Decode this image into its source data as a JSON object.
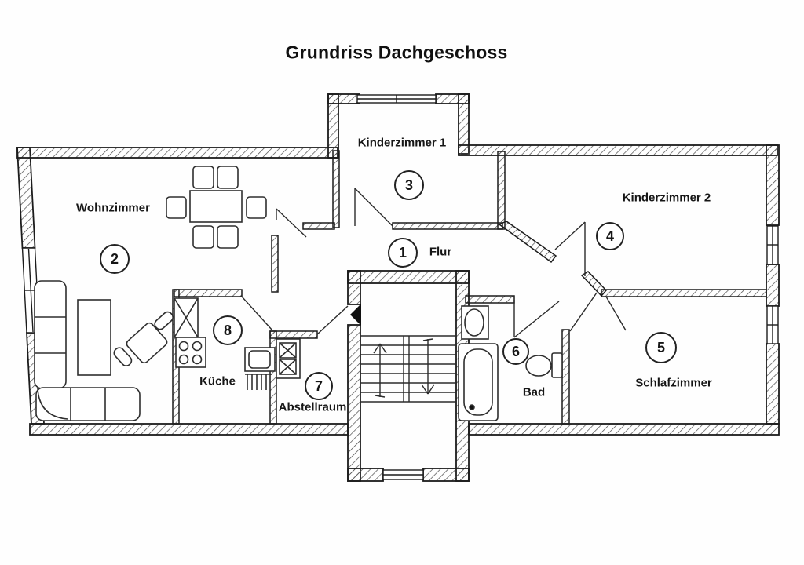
{
  "title": "Grundriss Dachgeschoss",
  "rooms": [
    {
      "number": "1",
      "name": "Flur"
    },
    {
      "number": "2",
      "name": "Wohnzimmer"
    },
    {
      "number": "3",
      "name": "Kinderzimmer 1"
    },
    {
      "number": "4",
      "name": "Kinderzimmer 2"
    },
    {
      "number": "5",
      "name": "Schlafzimmer"
    },
    {
      "number": "6",
      "name": "Bad"
    },
    {
      "number": "7",
      "name": "Abstellraum"
    },
    {
      "number": "8",
      "name": "Küche"
    }
  ],
  "colors": {
    "ink": "#1c1c1c",
    "paper": "#fefefe"
  }
}
